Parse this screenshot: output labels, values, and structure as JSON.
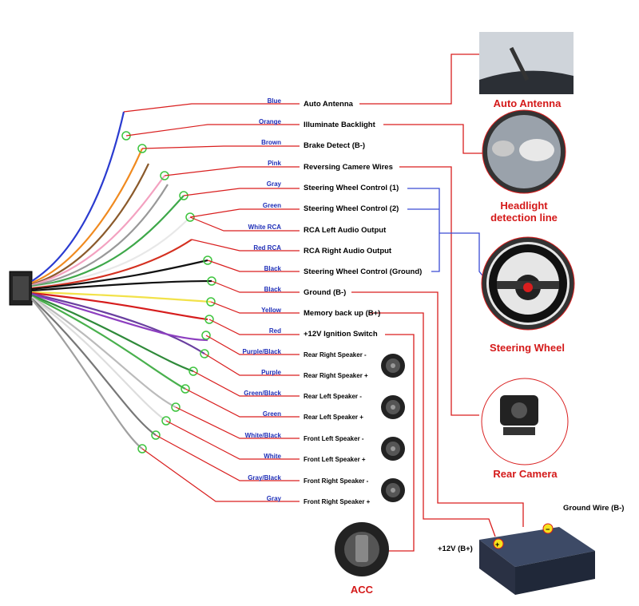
{
  "wire_colors": [
    "Blue",
    "Orange",
    "Brown",
    "Pink",
    "Gray",
    "Green",
    "White RCA",
    "Red RCA",
    "Black",
    "Black",
    "Yellow",
    "Red",
    "Purple/Black",
    "Purple",
    "Green/Black",
    "Green",
    "White/Black",
    "White",
    "Gray/Black",
    "Gray"
  ],
  "functions": [
    "Auto Antenna",
    "Illuminate Backlight",
    "Brake Detect (B-)",
    "Reversing Camere Wires",
    "Steering Wheel Control (1)",
    "Steering Wheel Control (2)",
    "RCA Left Audio Output",
    "RCA Right Audio Output",
    "Steering Wheel Control (Ground)",
    "Ground (B-)",
    "Memory back up (B+)",
    "+12V  Ignition Switch"
  ],
  "speakers": [
    "Rear Right Speaker -",
    "Rear Right Speaker +",
    "Rear Left Speaker -",
    "Rear Left Speaker +",
    "Front Left Speaker -",
    "Front Left Speaker +",
    "Front Right Speaker -",
    "Front Right Speaker +"
  ],
  "components": {
    "antenna": "Auto Antenna",
    "headlight": "Headlight\ndetection line",
    "steering": "Steering Wheel",
    "camera": "Rear Camera",
    "acc": "ACC"
  },
  "battery": {
    "ground_label": "Ground Wire (B-)",
    "plus_label": "+12V  (B+)"
  }
}
